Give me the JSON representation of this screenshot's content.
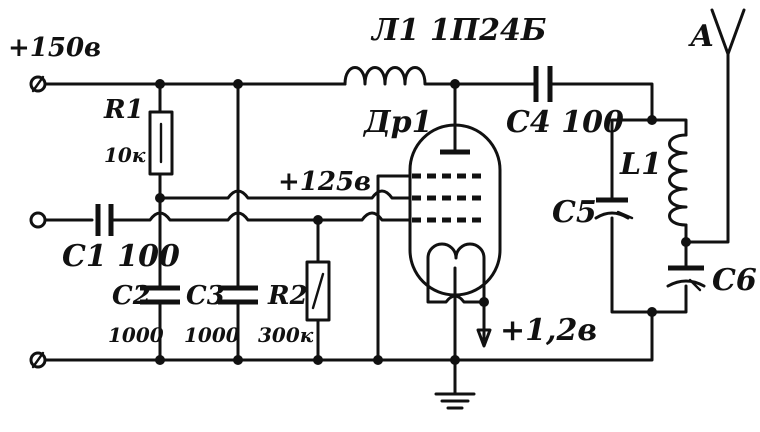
{
  "labels": {
    "supply_plus": "+150в",
    "tube": "Л1 1П24Б",
    "choke": "Др1",
    "c4": "С4 100",
    "r1_name": "R1",
    "r1_value": "10к",
    "plus125": "+125в",
    "c1": "С1 100",
    "l1": "L1",
    "c5": "С5",
    "c6": "С6",
    "antenna": "А",
    "c2_name": "С2",
    "c2_value": "1000",
    "c3_name": "С3",
    "c3_value": "1000",
    "r2_name": "R2",
    "r2_value": "300к",
    "filament": "+1,2в"
  }
}
